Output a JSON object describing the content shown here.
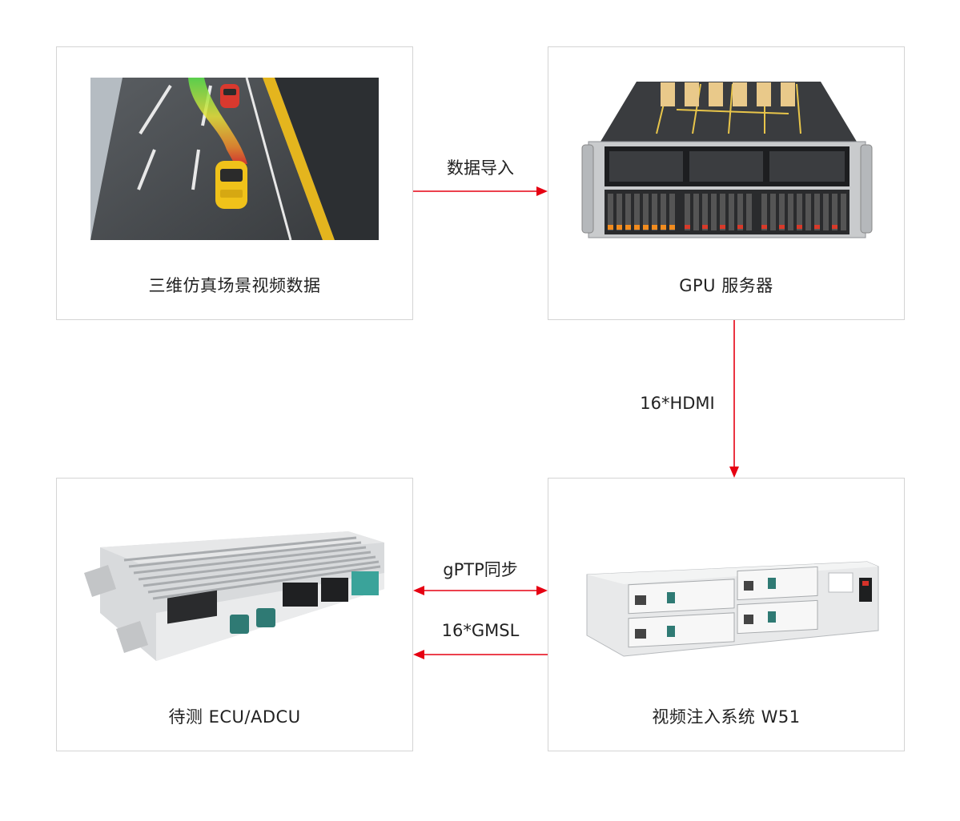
{
  "nodes": {
    "simulation": {
      "label": "三维仿真场景视频数据"
    },
    "gpu_server": {
      "label": "GPU 服务器"
    },
    "ecu": {
      "label": "待测 ECU/ADCU"
    },
    "injector": {
      "label": "视频注入系统 W51"
    }
  },
  "edges": {
    "data_import": {
      "label": "数据导入"
    },
    "hdmi": {
      "label": "16*HDMI"
    },
    "gptp": {
      "label": "gPTP同步"
    },
    "gmsl": {
      "label": "16*GMSL"
    }
  },
  "colors": {
    "arrow": "#e60012",
    "border": "#d4d4d4",
    "text": "#222222"
  },
  "icons": [
    "road-scene-image",
    "gpu-server-image",
    "ecu-image",
    "video-injector-image"
  ]
}
